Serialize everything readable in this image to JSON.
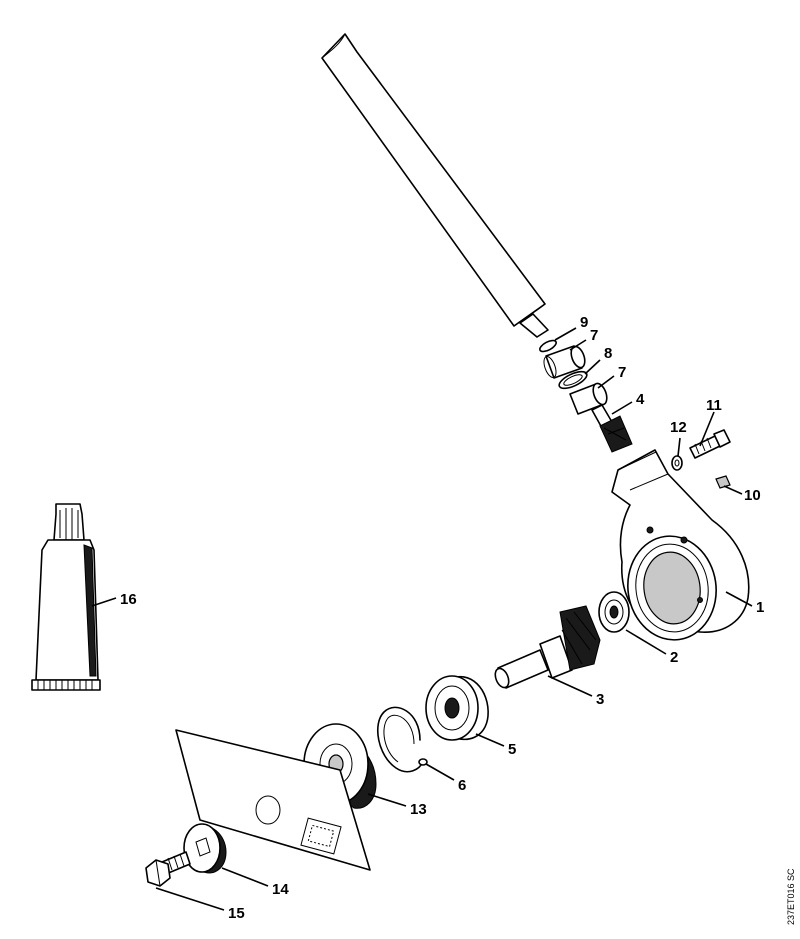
{
  "callouts": {
    "c1": "1",
    "c2": "2",
    "c3": "3",
    "c4": "4",
    "c5": "5",
    "c6": "6",
    "c7a": "7",
    "c7b": "7",
    "c8": "8",
    "c9": "9",
    "c10": "10",
    "c11": "11",
    "c12": "12",
    "c13": "13",
    "c14": "14",
    "c15": "15",
    "c16": "16"
  },
  "drawing_code": "237ET016 SC"
}
